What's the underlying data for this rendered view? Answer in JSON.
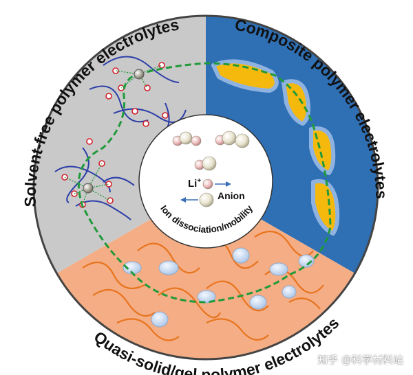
{
  "colors": {
    "solvent_free_bg": "#c9c9c9",
    "composite_bg": "#2f6fb4",
    "quasi_solid_bg": "#f4ad84",
    "polymer_chain": "#2b3ea8",
    "ion_link": "#d11f2a",
    "transport_path": "#1f9a3a",
    "filler": "#f5b90e",
    "filler_border": "#8fb3e0",
    "gel_chain": "#e8741e",
    "droplet": "#bcd3ee",
    "outer_ring": "#444444"
  },
  "labels": {
    "solvent_free": "Solvent-free polymer electrolytes",
    "composite": "Composite polymer electrolytes",
    "quasi_solid": "Quasi-solid/gel polymer electrolytes"
  },
  "center": {
    "li_label": "Li",
    "li_superscript": "+",
    "anion_label": "Anion",
    "caption": "Ion dissociation/mobility"
  },
  "watermark": "知乎 @科学材料站"
}
